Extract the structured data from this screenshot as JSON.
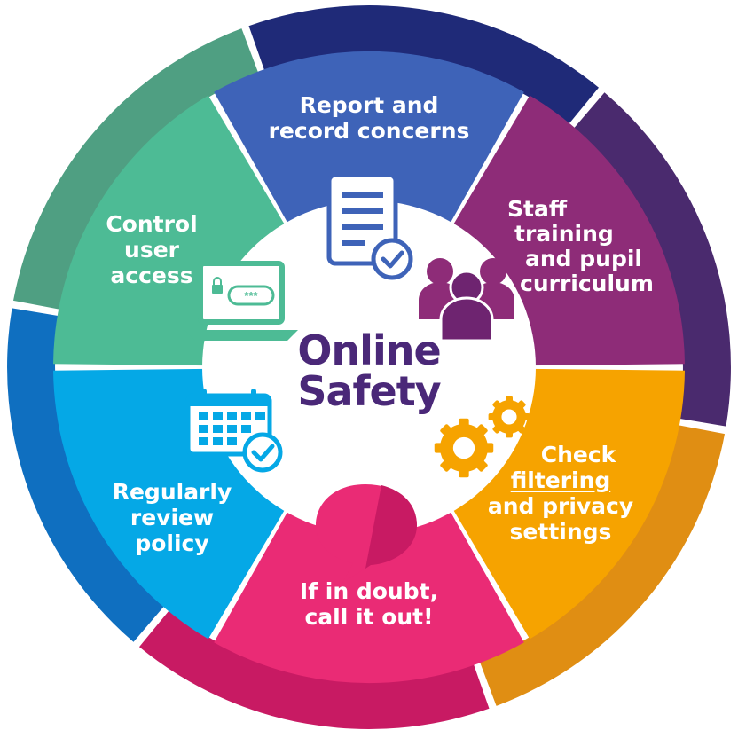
{
  "center": {
    "line1": "Online",
    "line2": "Safety"
  },
  "segments": [
    {
      "id": "report",
      "lines": [
        "Report and",
        "record concerns"
      ],
      "color": "#3e63b8",
      "outer_color": "#1f2a78",
      "icon": "document-check-icon"
    },
    {
      "id": "training",
      "lines": [
        "Staff",
        "training",
        "and pupil",
        "curriculum"
      ],
      "color": "#8e2c78",
      "outer_color": "#4a2a6e",
      "icon": "people-group-icon"
    },
    {
      "id": "filtering",
      "lines": [
        "Check",
        "filtering",
        "and privacy",
        "settings"
      ],
      "color": "#f6a300",
      "outer_color": "#e08e13",
      "icon": "gears-icon"
    },
    {
      "id": "doubt",
      "lines": [
        "If in doubt,",
        "call it out!"
      ],
      "color": "#ea2b75",
      "outer_color": "#c81a63",
      "icon": "speech-bubble-icon"
    },
    {
      "id": "review",
      "lines": [
        "Regularly",
        "review",
        "policy"
      ],
      "color": "#05a8e6",
      "outer_color": "#0f6fc0",
      "icon": "calendar-check-icon"
    },
    {
      "id": "access",
      "lines": [
        "Control",
        "user",
        "access"
      ],
      "color": "#4dbb95",
      "outer_color": "#4f9f82",
      "icon": "laptop-password-icon"
    }
  ],
  "password_mask": "***",
  "center_color": "#4a2878"
}
